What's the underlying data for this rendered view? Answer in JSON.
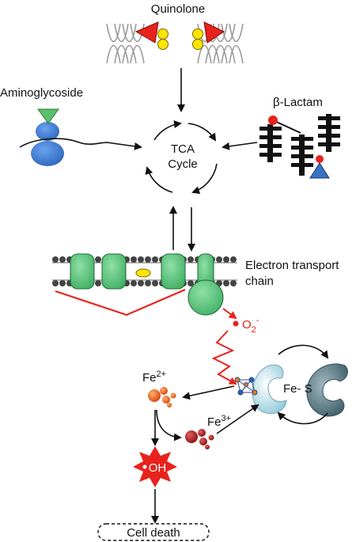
{
  "labels": {
    "quinolone": "Quinolone",
    "aminoglycoside": "Aminoglycoside",
    "beta_lactam": "β-Lactam",
    "tca_line1": "TCA",
    "tca_line2": "Cycle",
    "etc_line1": "Electron transport",
    "etc_line2": "chain",
    "superoxide_base": "O",
    "superoxide_sub": "2",
    "superoxide_sup": "-",
    "fe2_base": "Fe",
    "fe2_sup": "2+",
    "fe3_base": "Fe",
    "fe3_sup": "3+",
    "fes": "Fe- S",
    "hydroxyl": "OH",
    "cell_death": "Cell death"
  },
  "colors": {
    "red_arrow": "#e8231d",
    "membrane_green": "#5bc17a",
    "protein_blue": "#3b73c9",
    "triangle_green": "#5cbf6a",
    "lactam_blue": "#3a72c4",
    "fe2_orange": "#e25a1c",
    "fe3_red": "#b31e1e",
    "fes_cluster_light": "#c6e6ef",
    "fes_cluster_dark": "#5f7f8a",
    "quinolone_red": "#e8231d",
    "quinolone_yellow": "#ffe400"
  }
}
